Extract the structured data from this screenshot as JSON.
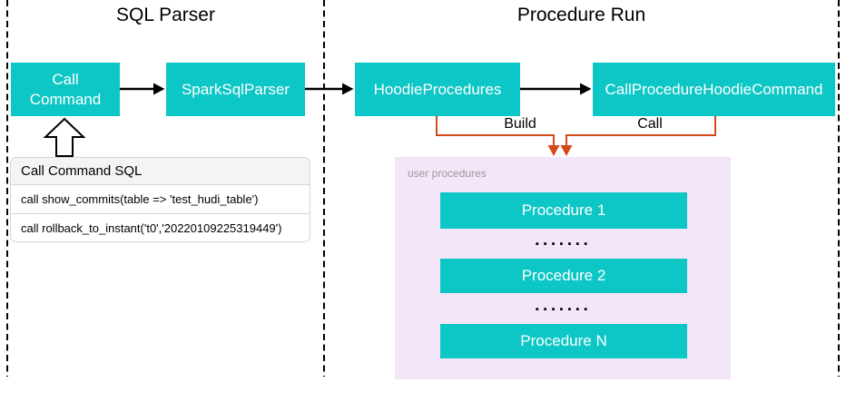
{
  "colors": {
    "teal": "#0dc6c6",
    "orange": "#d2491c",
    "lavender": "#f2e6f8"
  },
  "sections": {
    "sql_parser": {
      "title": "SQL Parser"
    },
    "procedure_run": {
      "title": "Procedure Run"
    }
  },
  "nodes": {
    "call_command": "Call Command",
    "spark_sql_parser": "SparkSqlParser",
    "hoodie_procedures": "HoodieProcedures",
    "call_procedure_hoodie_command": "CallProcedureHoodieCommand"
  },
  "edges": {
    "build_label": "Build",
    "call_label": "Call"
  },
  "sql_panel": {
    "header": "Call Command SQL",
    "rows": [
      "call show_commits(table => 'test_hudi_table')",
      "call rollback_to_instant('t0','20220109225319449')"
    ]
  },
  "user_procedures": {
    "label": "user procedures",
    "items": [
      "Procedure 1",
      "Procedure 2",
      "Procedure N"
    ],
    "ellipsis": "▪▪▪▪▪▪▪"
  }
}
